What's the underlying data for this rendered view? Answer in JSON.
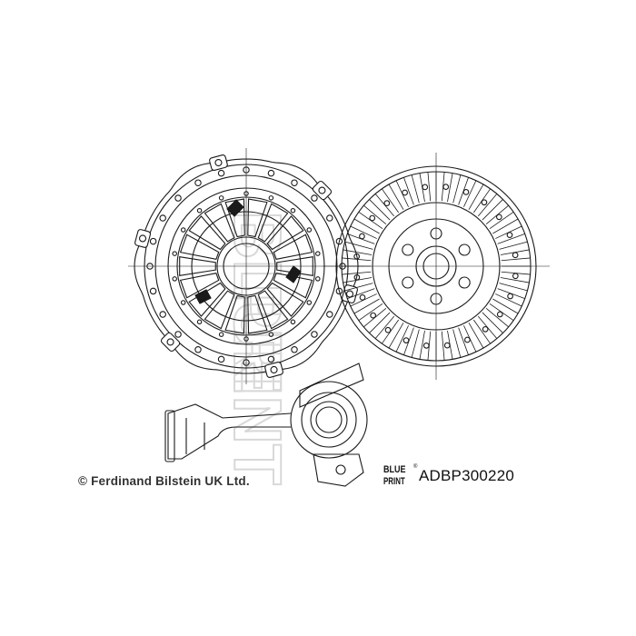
{
  "footer": {
    "copyright": "© Ferdinand Bilstein UK Ltd.",
    "logo_line1": "BLUE",
    "logo_line2": "PRINT",
    "logo_reg": "®",
    "part_number": "ADBP300220"
  },
  "watermark": {
    "line1": "BLUE",
    "line2": "PRINT"
  },
  "colors": {
    "line": "#1a1a1a",
    "watermark": "#d8d8d8",
    "background": "#ffffff"
  }
}
